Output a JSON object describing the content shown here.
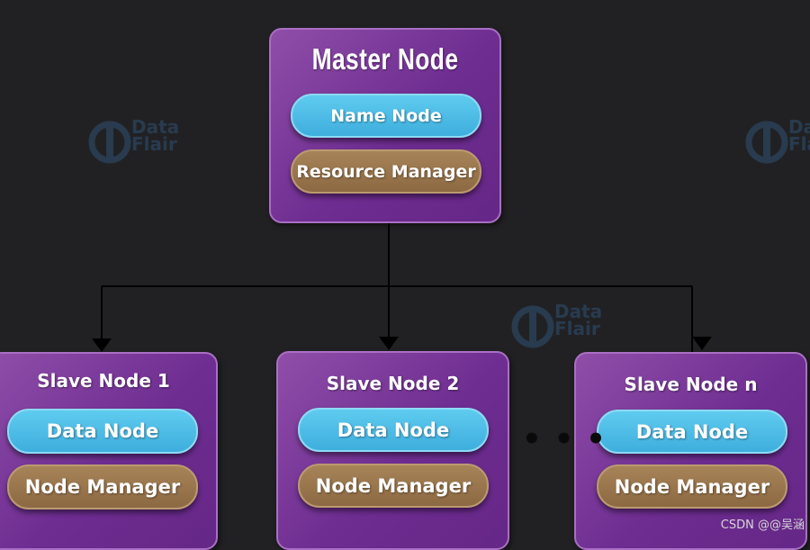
{
  "watermark": {
    "line1": "Data",
    "line2": "Flair"
  },
  "master": {
    "title": "Master Node",
    "components": [
      {
        "label": "Name Node",
        "color": "#4fc0e8"
      },
      {
        "label": "Resource Manager",
        "color": "#9a7650"
      }
    ]
  },
  "slaves": [
    {
      "title": "Slave Node 1",
      "components": [
        {
          "label": "Data Node"
        },
        {
          "label": "Node Manager"
        }
      ]
    },
    {
      "title": "Slave Node 2",
      "components": [
        {
          "label": "Data Node"
        },
        {
          "label": "Node Manager"
        }
      ]
    },
    {
      "title": "Slave Node n",
      "components": [
        {
          "label": "Data Node"
        },
        {
          "label": "Node Manager"
        }
      ]
    }
  ],
  "ellipsis": "• • •",
  "credit": "CSDN @@吴涵",
  "colors": {
    "background": "#212123",
    "node": "#7a3a9c",
    "data_node": "#4fc0e8",
    "manager": "#9a7650",
    "connector": "#000000"
  }
}
